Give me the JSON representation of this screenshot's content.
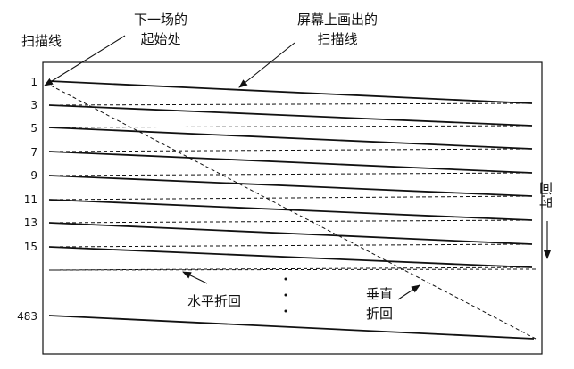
{
  "labels": {
    "scan_lines": "扫描线",
    "next_field_start_1": "下一场的",
    "next_field_start_2": "起始处",
    "drawn_lines_1": "屏幕上画出的",
    "drawn_lines_2": "扫描线",
    "horizontal_retrace": "水平折回",
    "vertical_retrace_1": "垂直",
    "vertical_retrace_2": "折回",
    "time": "时间"
  },
  "line_numbers": [
    "1",
    "3",
    "5",
    "7",
    "9",
    "11",
    "13",
    "15",
    "483"
  ],
  "colors": {
    "ink": "#111111"
  }
}
